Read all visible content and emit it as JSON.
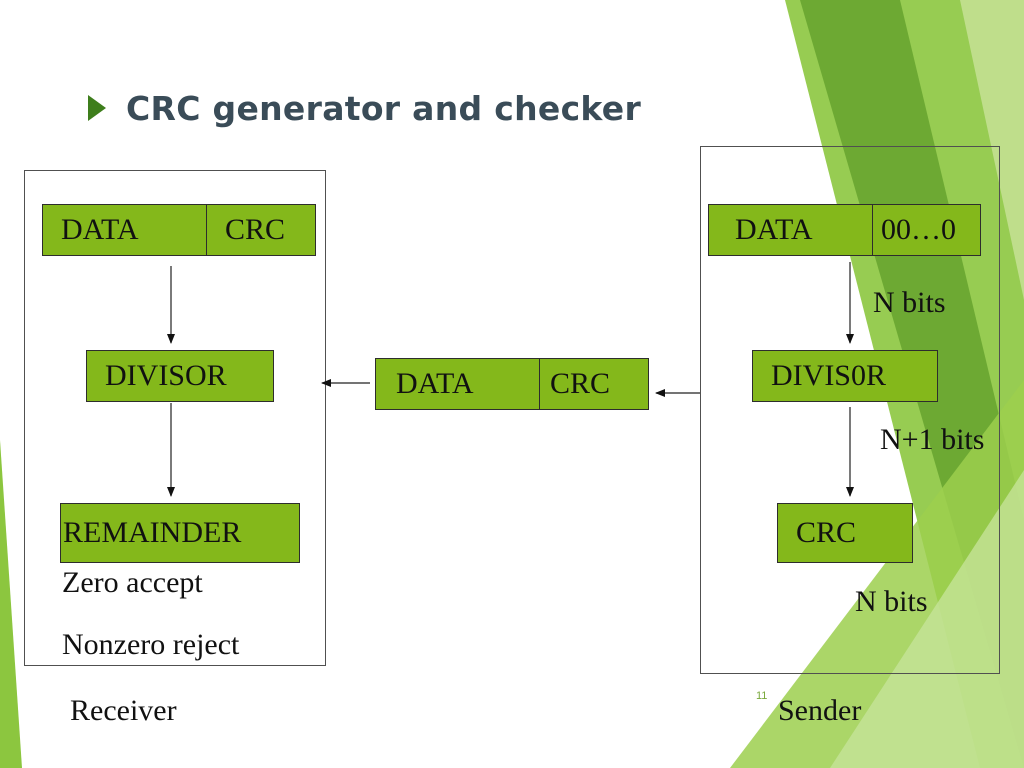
{
  "slide": {
    "title": "CRC generator and checker",
    "number": "11"
  },
  "colors": {
    "box_fill": "#84b81b",
    "accent_green": "#8cc63f",
    "dark_green": "#5f9e2a",
    "title_text": "#3a4c58"
  },
  "receiver": {
    "data_box": {
      "data": "DATA",
      "crc": "CRC"
    },
    "divisor": "DIVISOR",
    "remainder": "REMAINDER",
    "zero_text": "Zero accept",
    "nonzero_text": "Nonzero reject",
    "label": "Receiver"
  },
  "channel": {
    "data": "DATA",
    "crc": "CRC"
  },
  "sender": {
    "data_box": {
      "data": "DATA",
      "zeros": "00…0"
    },
    "n_bits_1": "N bits",
    "divisor": "DIVIS0R",
    "n_plus_1_bits": "N+1 bits",
    "crc": "CRC",
    "n_bits_2": "N bits",
    "label": "Sender"
  }
}
